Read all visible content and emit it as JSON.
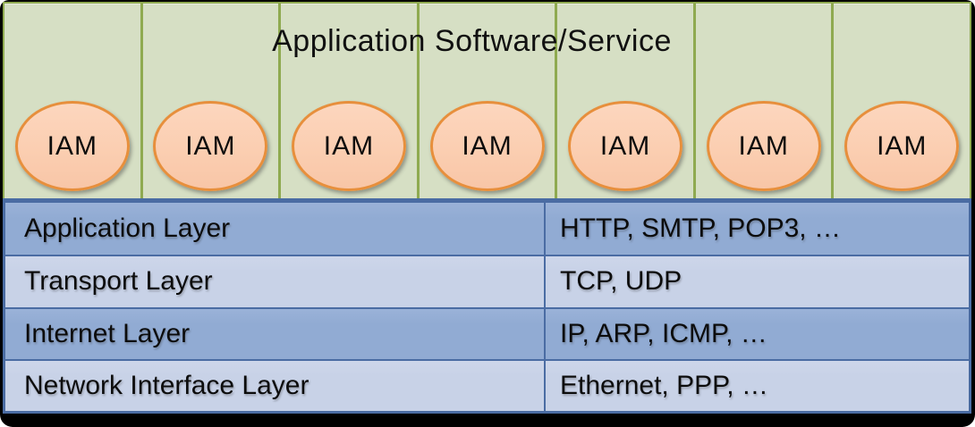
{
  "diagram": {
    "title": "Application Software/Service",
    "iam_ovals": [
      "IAM",
      "IAM",
      "IAM",
      "IAM",
      "IAM",
      "IAM",
      "IAM"
    ],
    "stack_table": {
      "rows": [
        {
          "layer": "Application Layer",
          "protocols": "HTTP, SMTP, POP3, …"
        },
        {
          "layer": "Transport Layer",
          "protocols": "TCP, UDP"
        },
        {
          "layer": "Internet Layer",
          "protocols": "IP, ARP, ICMP, …"
        },
        {
          "layer": "Network Interface Layer",
          "protocols": "Ethernet, PPP, …"
        }
      ]
    },
    "colors": {
      "frame": "#000000",
      "green_fill": "#d6dfc4",
      "green_border": "#8faa50",
      "oval_fill": "#fbceb1",
      "oval_border": "#e78f3c",
      "row_dark": "#91abd3",
      "row_light": "#c8d2e7",
      "table_border": "#4a6ca3",
      "text": "#0f0f0f"
    }
  }
}
